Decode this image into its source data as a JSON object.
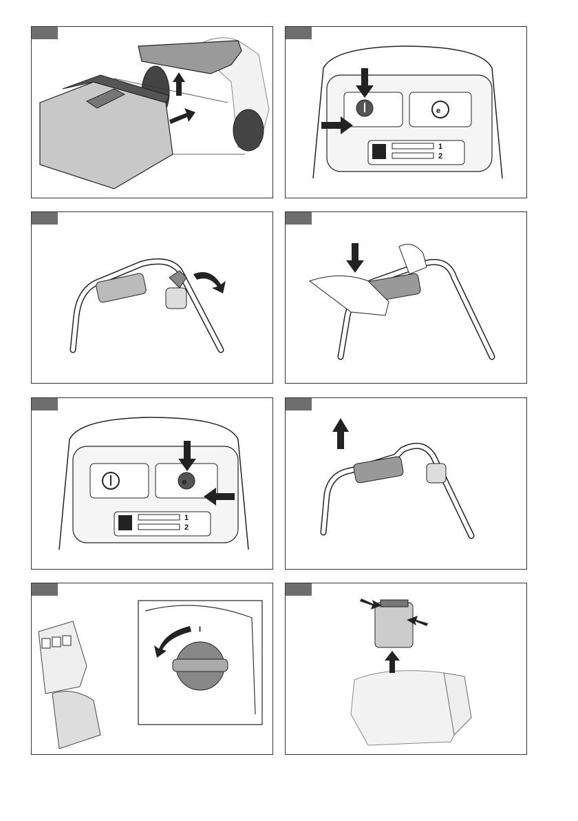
{
  "panels": [
    {
      "id": "p1",
      "illustration": "grass-bag-attach"
    },
    {
      "id": "p2",
      "illustration": "control-panel-power-button"
    },
    {
      "id": "p3",
      "illustration": "handle-lever-unlock"
    },
    {
      "id": "p4",
      "illustration": "hands-press-bar"
    },
    {
      "id": "p5",
      "illustration": "control-panel-eco-button"
    },
    {
      "id": "p6",
      "illustration": "handle-bar-release"
    },
    {
      "id": "p7",
      "illustration": "battery-lid-key-turn"
    },
    {
      "id": "p8",
      "illustration": "battery-removal"
    }
  ],
  "control_panel": {
    "row1_label": "1",
    "row2_label": "2",
    "key_mark": "I"
  },
  "colors": {
    "frame": "#333333",
    "tag": "#6e6e6e",
    "line": "#222222",
    "fill_light": "#e6e6e6",
    "fill_mid": "#bdbdbd"
  }
}
